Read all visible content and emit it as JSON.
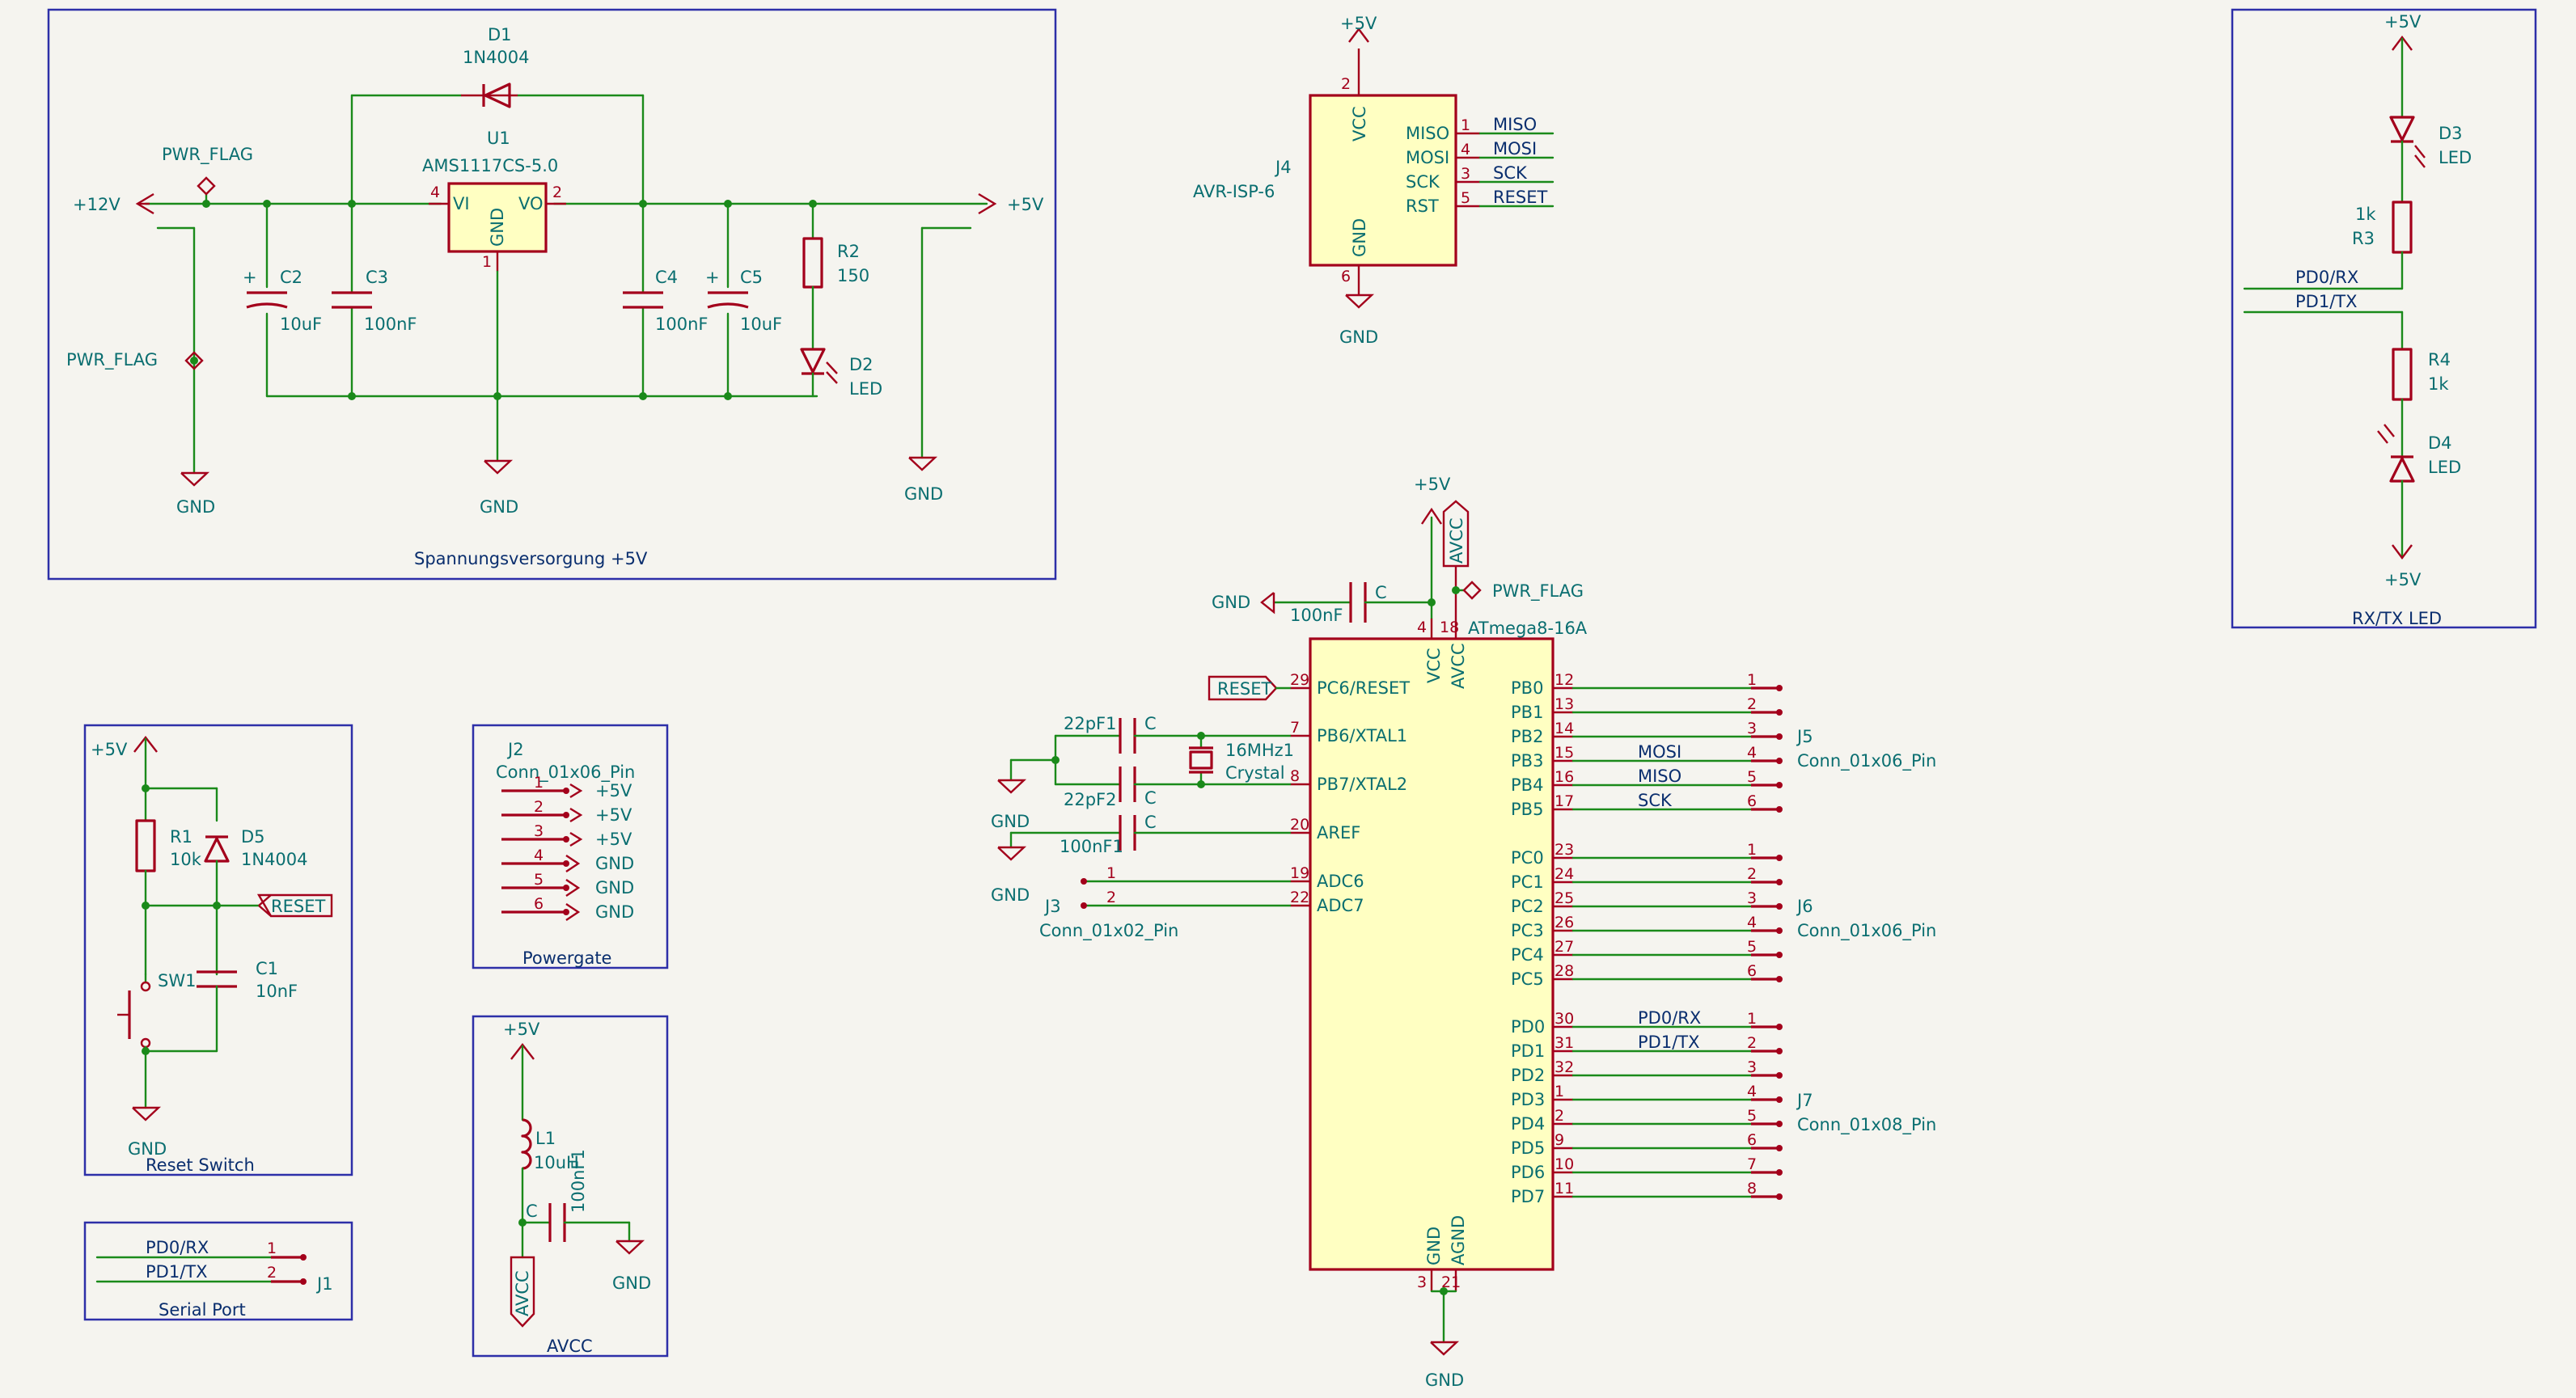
{
  "blocks": {
    "power": "Spannungsversorgung +5V",
    "rxtx": "RX/TX LED",
    "reset": "Reset Switch",
    "serial": "Serial Port",
    "powergate": "Powergate",
    "avcc": "AVCC"
  },
  "power_block": {
    "d1_ref": "D1",
    "d1_val": "1N4004",
    "u1_ref": "U1",
    "u1_val": "AMS1117CS-5.0",
    "u1_pin_vi": "VI",
    "u1_pin_vo": "VO",
    "u1_pin_gnd": "GND",
    "u1_pin_vi_num": "4",
    "u1_pin_vo_num": "2",
    "u1_pin_gnd_num": "1",
    "pwr_flag_1": "PWR_FLAG",
    "pwr_flag_2": "PWR_FLAG",
    "plus12": "+12V",
    "plus5": "+5V",
    "c2_ref": "C2",
    "c2_val": "10uF",
    "c3_ref": "C3",
    "c3_val": "100nF",
    "c4_ref": "C4",
    "c4_val": "100nF",
    "c5_ref": "C5",
    "c5_val": "10uF",
    "r2_ref": "R2",
    "r2_val": "150",
    "d2_ref": "D2",
    "d2_val": "LED",
    "gnd1": "GND",
    "gnd2": "GND",
    "gnd3": "GND"
  },
  "isp": {
    "ref": "J4",
    "val": "AVR-ISP-6",
    "vcc_power": "+5V",
    "gnd_power": "GND",
    "pin_vcc": "VCC",
    "pin_gnd": "GND",
    "pin_vcc_num": "2",
    "pin_gnd_num": "6",
    "pins": [
      {
        "name": "MISO",
        "num": "1",
        "net": "MISO"
      },
      {
        "name": "MOSI",
        "num": "4",
        "net": "MOSI"
      },
      {
        "name": "SCK",
        "num": "3",
        "net": "SCK"
      },
      {
        "name": "RST",
        "num": "5",
        "net": "RESET"
      }
    ]
  },
  "rxtx_block": {
    "plus5_top": "+5V",
    "plus5_bottom": "+5V",
    "d3_ref": "D3",
    "d3_val": "LED",
    "r3_ref": "R3",
    "r3_val": "1k",
    "r4_ref": "R4",
    "r4_val": "1k",
    "d4_ref": "D4",
    "d4_val": "LED",
    "net_rx": "PD0/RX",
    "net_tx": "PD1/TX"
  },
  "mcu": {
    "ref": "ATmega8-16A",
    "plus5": "+5V",
    "gnd_top": "GND",
    "gnd_bottom": "GND",
    "avcc_tag": "AVCC",
    "pwr_flag": "PWR_FLAG",
    "cap_ref": "C",
    "cap_val": "100nF",
    "pin_vcc": "VCC",
    "pin_avcc": "AVCC",
    "pin_gnd": "GND",
    "pin_agnd": "AGND",
    "pin_vcc_num": "4",
    "pin_avcc_num": "18",
    "pin_gnd_num": "3",
    "pin_agnd_num": "21",
    "left_pins": [
      {
        "name": "PC6/RESET",
        "num": "29"
      },
      {
        "name": "PB6/XTAL1",
        "num": "7"
      },
      {
        "name": "PB7/XTAL2",
        "num": "8"
      },
      {
        "name": "AREF",
        "num": "20"
      },
      {
        "name": "ADC6",
        "num": "19"
      },
      {
        "name": "ADC7",
        "num": "22"
      }
    ],
    "right_pins": [
      {
        "name": "PB0",
        "num": "12"
      },
      {
        "name": "PB1",
        "num": "13"
      },
      {
        "name": "PB2",
        "num": "14"
      },
      {
        "name": "PB3",
        "num": "15"
      },
      {
        "name": "PB4",
        "num": "16"
      },
      {
        "name": "PB5",
        "num": "17"
      },
      {
        "name": "PC0",
        "num": "23"
      },
      {
        "name": "PC1",
        "num": "24"
      },
      {
        "name": "PC2",
        "num": "25"
      },
      {
        "name": "PC3",
        "num": "26"
      },
      {
        "name": "PC4",
        "num": "27"
      },
      {
        "name": "PC5",
        "num": "28"
      },
      {
        "name": "PD0",
        "num": "30"
      },
      {
        "name": "PD1",
        "num": "31"
      },
      {
        "name": "PD2",
        "num": "32"
      },
      {
        "name": "PD3",
        "num": "1"
      },
      {
        "name": "PD4",
        "num": "2"
      },
      {
        "name": "PD5",
        "num": "9"
      },
      {
        "name": "PD6",
        "num": "10"
      },
      {
        "name": "PD7",
        "num": "11"
      }
    ],
    "reset_tag": "RESET",
    "xtal_ref": "16MHz1",
    "xtal_val": "Crystal",
    "c_xtal1_val": "22pF1",
    "c_xtal2_val": "22pF2",
    "c_aref_val": "100nF1",
    "c_label": "C",
    "gnd_xtal": "GND",
    "gnd_aref": "GND"
  },
  "connectors": {
    "j5": {
      "ref": "J5",
      "val": "Conn_01x06_Pin",
      "pins": [
        "1",
        "2",
        "3",
        "4",
        "5",
        "6"
      ],
      "nets": [
        "",
        "",
        "",
        "MOSI",
        "MISO",
        "SCK"
      ]
    },
    "j6": {
      "ref": "J6",
      "val": "Conn_01x06_Pin",
      "pins": [
        "1",
        "2",
        "3",
        "4",
        "5",
        "6"
      ]
    },
    "j7": {
      "ref": "J7",
      "val": "Conn_01x08_Pin",
      "pins": [
        "1",
        "2",
        "3",
        "4",
        "5",
        "6",
        "7",
        "8"
      ],
      "nets": [
        "PD0/RX",
        "PD1/TX",
        "",
        "",
        "",
        "",
        "",
        ""
      ]
    },
    "j3": {
      "ref": "J3",
      "val": "Conn_01x02_Pin",
      "pins": [
        "1",
        "2"
      ]
    }
  },
  "reset_block": {
    "plus5": "+5V",
    "r1_ref": "R1",
    "r1_val": "10k",
    "d5_ref": "D5",
    "d5_val": "1N4004",
    "reset_tag": "RESET",
    "sw_ref": "SW1",
    "c1_ref": "C1",
    "c1_val": "10nF",
    "gnd": "GND"
  },
  "j2_block": {
    "ref": "J2",
    "val": "Conn_01x06_Pin",
    "pins": [
      "1",
      "2",
      "3",
      "4",
      "5",
      "6"
    ],
    "nets": [
      "+5V",
      "+5V",
      "+5V",
      "GND",
      "GND",
      "GND"
    ]
  },
  "avcc_block": {
    "plus5": "+5V",
    "l1_ref": "L1",
    "l1_val": "10uH",
    "c_ref": "C",
    "c_val": "100nF1",
    "gnd": "GND",
    "avcc_tag": "AVCC"
  },
  "serial_block": {
    "ref": "J1",
    "nets": [
      "PD0/RX",
      "PD1/TX"
    ],
    "pins": [
      "1",
      "2"
    ]
  }
}
